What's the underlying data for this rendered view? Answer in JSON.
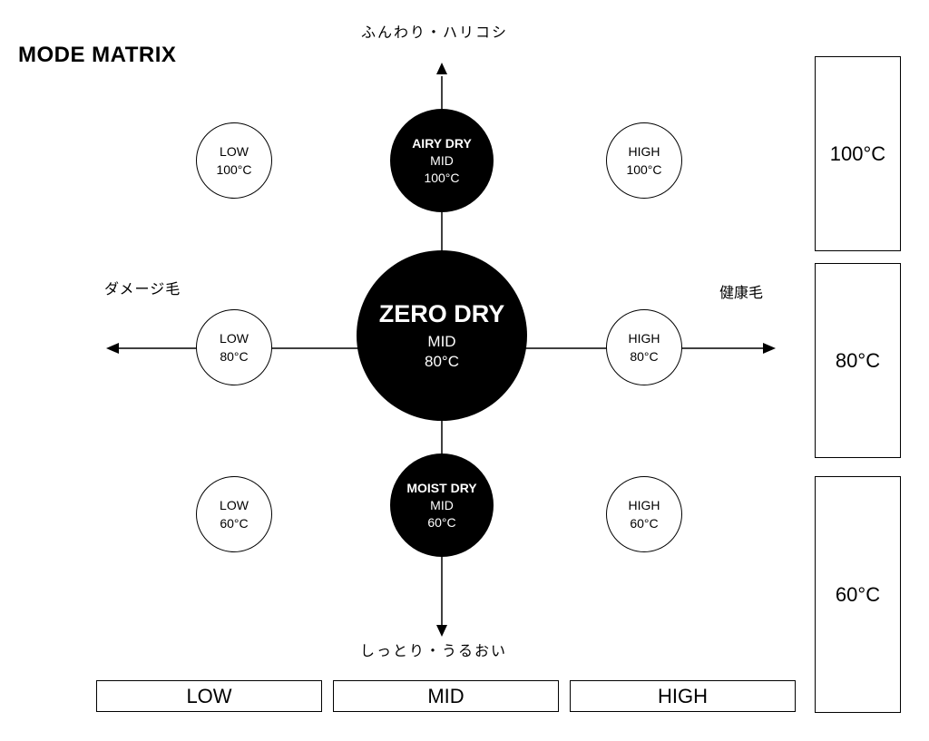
{
  "title": "MODE MATRIX",
  "axes": {
    "top": "ふんわり・ハリコシ",
    "bottom": "しっとり・うるおい",
    "left": "ダメージ毛",
    "right": "健康毛"
  },
  "modes": {
    "low_100": {
      "level": "LOW",
      "temp": "100°C"
    },
    "airy": {
      "name": "AIRY DRY",
      "level": "MID",
      "temp": "100°C"
    },
    "high_100": {
      "level": "HIGH",
      "temp": "100°C"
    },
    "low_80": {
      "level": "LOW",
      "temp": "80°C"
    },
    "zero": {
      "name": "ZERO DRY",
      "level": "MID",
      "temp": "80°C"
    },
    "high_80": {
      "level": "HIGH",
      "temp": "80°C"
    },
    "low_60": {
      "level": "LOW",
      "temp": "60°C"
    },
    "moist": {
      "name": "MOIST DRY",
      "level": "MID",
      "temp": "60°C"
    },
    "high_60": {
      "level": "HIGH",
      "temp": "60°C"
    }
  },
  "temperature_column": [
    "100°C",
    "80°C",
    "60°C"
  ],
  "level_row": [
    "LOW",
    "MID",
    "HIGH"
  ],
  "colors": {
    "ink": "#000000",
    "background": "#ffffff"
  }
}
